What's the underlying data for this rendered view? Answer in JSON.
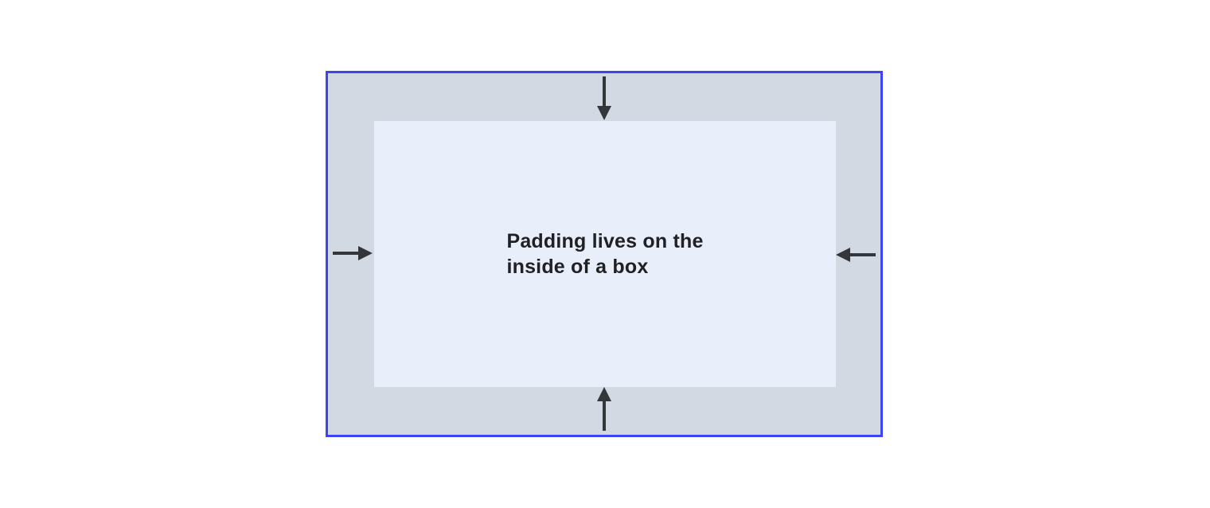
{
  "colors": {
    "page-bg": "#ffffff",
    "box-border": "#3b45f2",
    "padding-bg": "#d3d9e3",
    "content-bg": "#e9eefb",
    "arrow": "#33363b",
    "text": "#202124"
  },
  "diagram": {
    "caption_text": "Padding lives on the inside of a box",
    "caption_lines": [
      "Padding lives on the",
      "inside of a box"
    ],
    "arrows": [
      {
        "side": "top",
        "direction": "down",
        "icon": "arrow-down-icon"
      },
      {
        "side": "bottom",
        "direction": "up",
        "icon": "arrow-up-icon"
      },
      {
        "side": "left",
        "direction": "right",
        "icon": "arrow-right-icon"
      },
      {
        "side": "right",
        "direction": "left",
        "icon": "arrow-left-icon"
      }
    ]
  }
}
